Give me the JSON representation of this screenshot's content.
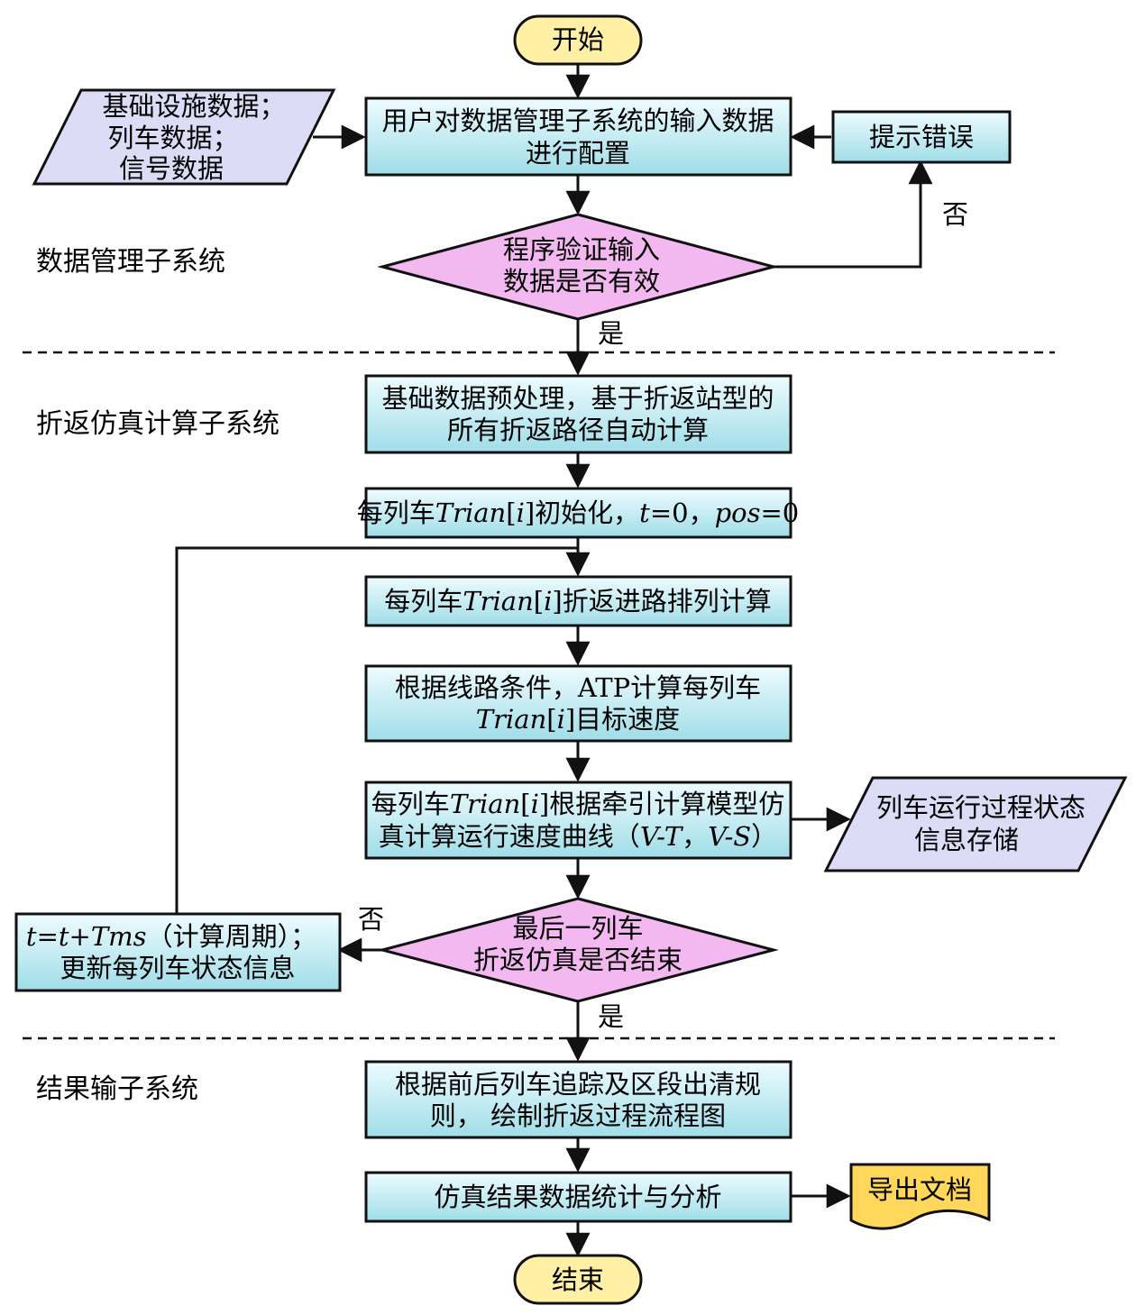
{
  "colors": {
    "process_fill_top": "#eefcff",
    "process_fill_bottom": "#9fdde8",
    "decision_fill": "#f2b8ef",
    "io_fill": "#dcdcf7",
    "terminator_fill": "#fff0a6",
    "document_fill": "#ffd75a",
    "stroke": "#111111"
  },
  "sections": {
    "data_mgmt": "数据管理子系统",
    "simulation": "折返仿真计算子系统",
    "output": "结果输子系统"
  },
  "nodes": {
    "start": "开始",
    "input_data": {
      "line1": "基础设施数据；",
      "line2": "列车数据；",
      "line3": "信号数据"
    },
    "configure": {
      "line1": "用户对数据管理子系统的输入数据",
      "line2": "进行配置"
    },
    "show_error": "提示错误",
    "validate": {
      "line1": "程序验证输入",
      "line2": "数据是否有效"
    },
    "preprocess": {
      "line1": "基础数据预处理，基于折返站型的",
      "line2": "所有折返路径自动计算"
    },
    "init": {
      "p1": "每列车",
      "v_train": "Trian",
      "p2": "[",
      "v_i": "i",
      "p3": "]初始化，",
      "v_t": "t",
      "p4": "=0，",
      "v_pos": "pos",
      "p5": "=0"
    },
    "route": {
      "p1": "每列车",
      "v_train": "Trian",
      "p2": "[",
      "v_i": "i",
      "p3": "]折返进路排列计算"
    },
    "atp": {
      "line1": "根据线路条件，ATP计算每列车",
      "v_train": "Trian",
      "p2": "[",
      "v_i": "i",
      "p3": "]目标速度"
    },
    "traction": {
      "p1": "每列车",
      "v_train": "Trian",
      "p2": "[",
      "v_i": "i",
      "p3": "]根据牵引计算模型仿",
      "l2_p1": "真计算运行速度曲线（",
      "v_vt": "V-T",
      "l2_p2": "，",
      "v_vs": "V-S",
      "l2_p3": "）"
    },
    "store_state": {
      "line1": "列车运行过程状态",
      "line2": "信息存储"
    },
    "last_train": {
      "line1": "最后一列车",
      "line2": "折返仿真是否结束"
    },
    "update": {
      "v_t1": "t",
      "eq": "=",
      "v_t2": "t",
      "plus": "+",
      "v_tms": "Tms",
      "p1": "（计算周期）；",
      "line2": "更新每列车状态信息"
    },
    "draw_chart": {
      "line1": "根据前后列车追踪及区段出清规",
      "line2": "则，  绘制折返过程流程图"
    },
    "statistics": "仿真结果数据统计与分析",
    "export_doc": "导出文档",
    "end": "结束"
  },
  "edge_labels": {
    "validate_no": "否",
    "validate_yes": "是",
    "last_no": "否",
    "last_yes": "是"
  }
}
